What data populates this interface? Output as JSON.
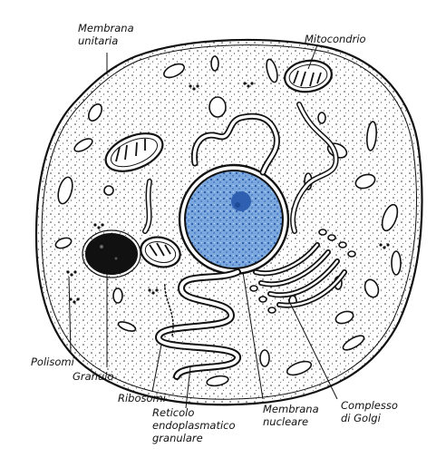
{
  "labels": {
    "membrana_unitaria": [
      "Membrana",
      "unitaria"
    ],
    "mitocondrio": "Mitocondrio",
    "polisomi": "Polisomi",
    "granulo": "Granulo",
    "ribosomi": "Ribosomi",
    "reticolo": [
      "Reticolo",
      "endoplasmatico",
      "granulare"
    ],
    "membrana_nucleare": [
      "Membrana",
      "nucleare"
    ],
    "complesso_golgi": [
      "Complesso",
      "di Golgi"
    ]
  },
  "colors": {
    "nucleus": "#6f9fd8",
    "nucleolus": "#2f5fb0",
    "outline": "#111111",
    "cytoplasm": "#ffffff"
  },
  "icons": [
    "cell-membrane",
    "mitochondrion",
    "nucleus",
    "golgi",
    "granule",
    "endoplasmic-reticulum"
  ]
}
